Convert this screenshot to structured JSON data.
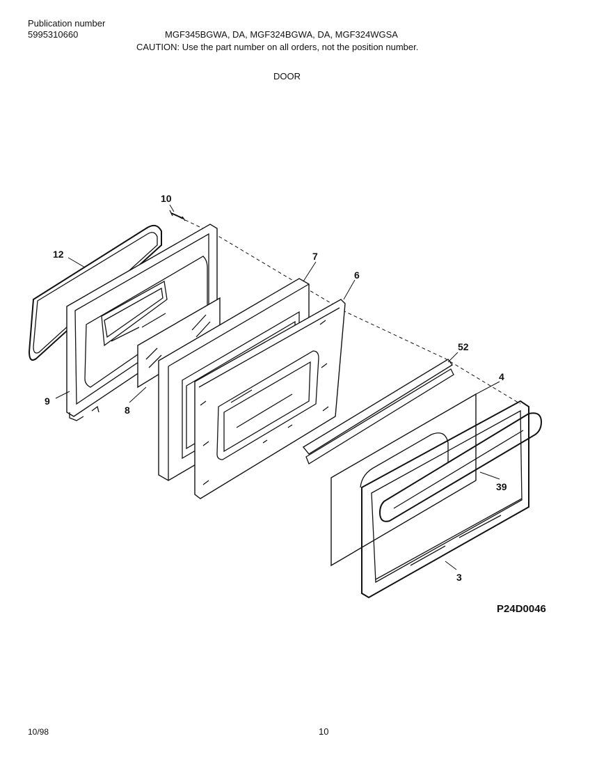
{
  "header": {
    "publication_label": "Publication number",
    "publication_number": "5995310660",
    "models": "MGF345BGWA, DA, MGF324BGWA, DA, MGF324WGSA",
    "caution": "CAUTION:  Use the part number on all orders, not the position number."
  },
  "section_title": "DOOR",
  "callouts": {
    "p10": "10",
    "p12": "12",
    "p7": "7",
    "p6": "6",
    "p9": "9",
    "p8": "8",
    "p52": "52",
    "p4": "4",
    "p39": "39",
    "p3": "3"
  },
  "diagram_code": "P24D0046",
  "footer": {
    "date": "10/98",
    "page_number": "10"
  }
}
